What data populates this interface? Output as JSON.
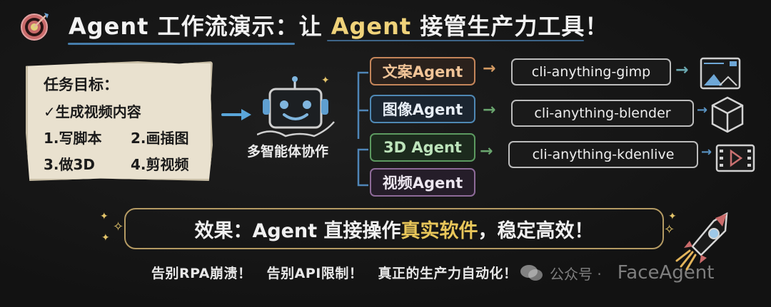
{
  "header": {
    "icon": "target-icon",
    "title_part1": "Agent 工作流演示：让 ",
    "title_highlight": "Agent",
    "title_part2": " 接管生产力工具！"
  },
  "task_note": {
    "heading": "任务目标：",
    "goal": "✓生成视频内容",
    "steps": [
      "1.写脚本",
      "2.画插图",
      "3.做3D",
      "4.剪视频"
    ]
  },
  "orchestrator": {
    "icon": "robot-icon",
    "label": "多智能体协作"
  },
  "agents": [
    {
      "label": "文案Agent",
      "color": "#c4855a",
      "tool": "cli-anything-gimp",
      "output_icon": "image-icon"
    },
    {
      "label": "图像Agent",
      "color": "#4f88b4",
      "tool": "cli-anything-blender",
      "output_icon": "cube-icon"
    },
    {
      "label": "3D Agent",
      "color": "#5c9a60",
      "tool": "cli-anything-kdenlive",
      "output_icon": "video-icon"
    },
    {
      "label": "视频Agent",
      "color": "#8d6a98"
    }
  ],
  "arrow_glyph": "→",
  "banner": {
    "part1": "效果：Agent 直接操作",
    "highlight": "真实软件",
    "part2": "，稳定高效！"
  },
  "footer": {
    "items": [
      "告别RPA崩溃！",
      "告别API限制！",
      "真正的生产力自动化！"
    ]
  },
  "watermark": {
    "channel": "公众号 ·",
    "brand": "FaceAgent"
  },
  "colors": {
    "background": "#141414",
    "highlight_yellow": "#efd27a",
    "underline_blue": "#4f8fc6",
    "note_paper": "#e9e1cf",
    "banner_border": "#b49a63"
  }
}
